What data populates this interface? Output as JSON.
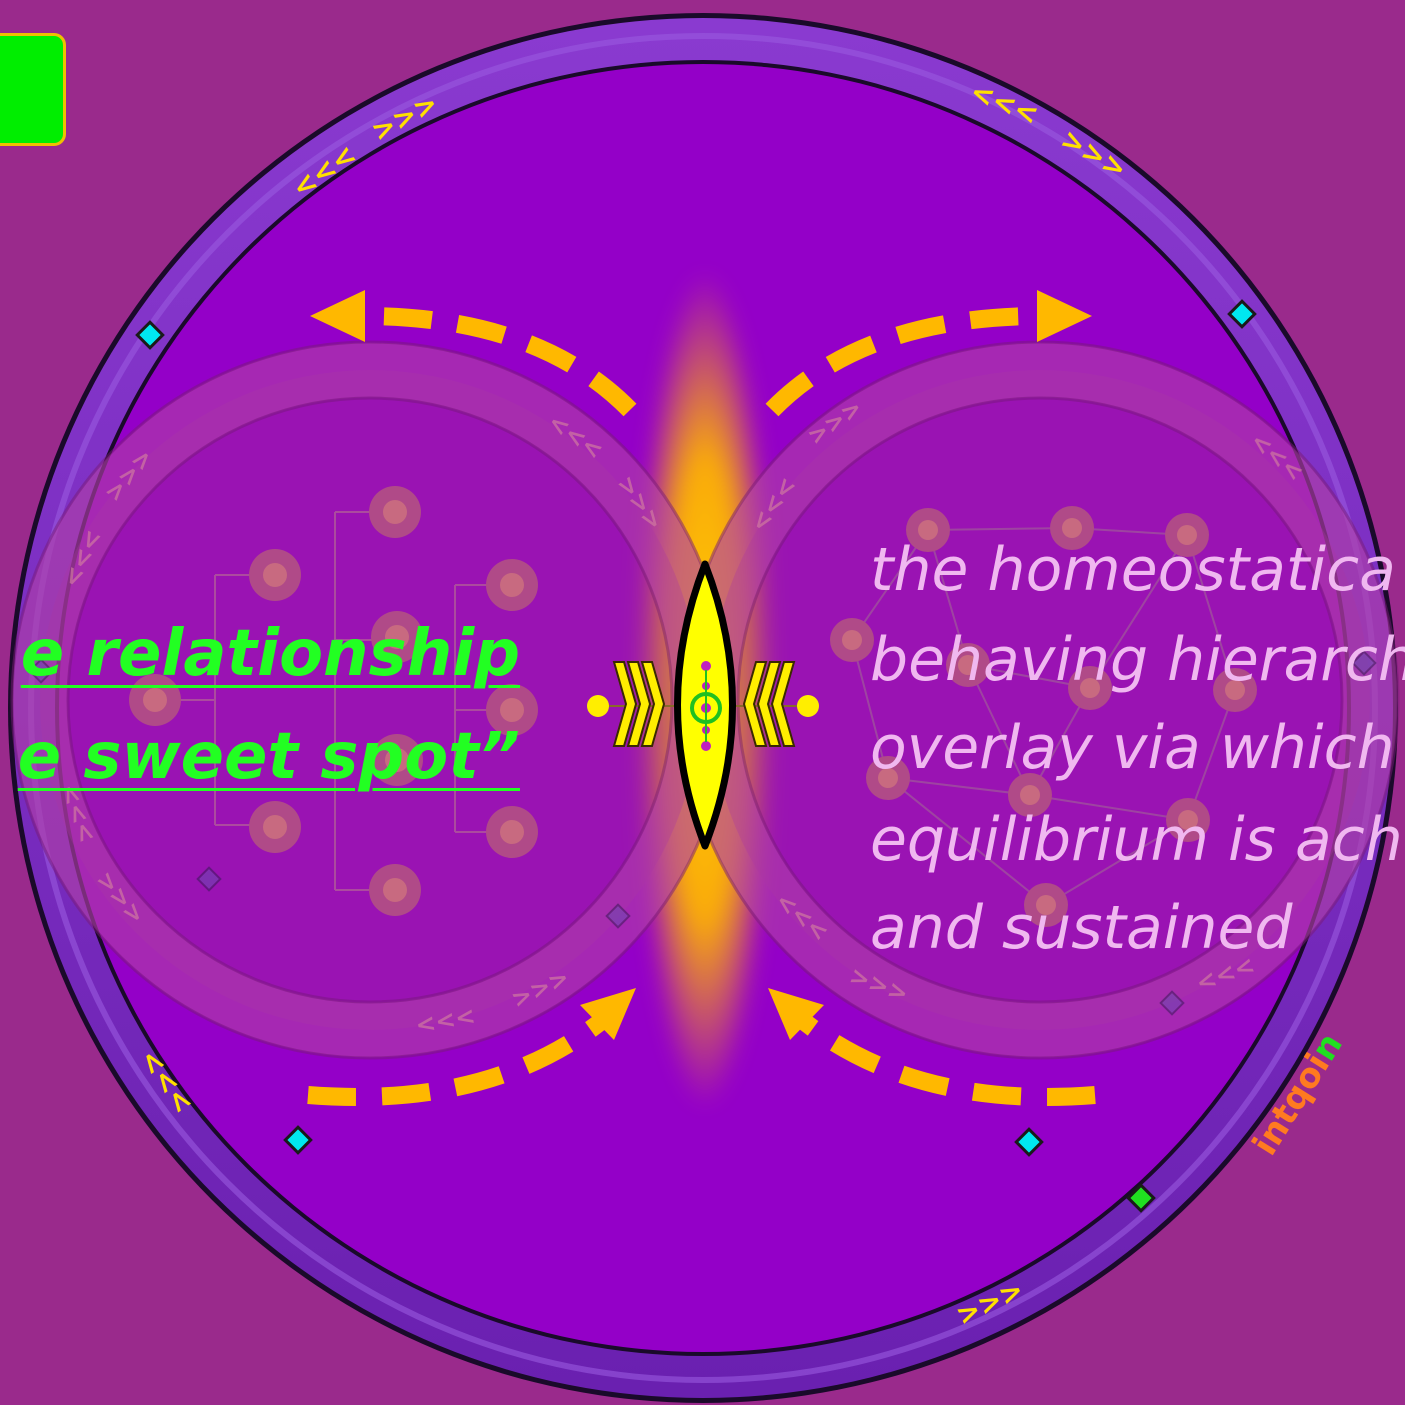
{
  "left_caption": {
    "line1": "e relationship",
    "line2": "e sweet spot”"
  },
  "right_caption": {
    "lines": [
      "the homeostatica",
      "behaving hierarch",
      "overlay via which",
      "equilibrium is ach",
      "and sustained"
    ]
  },
  "ring_marks": {
    "left_arrows": "<<<",
    "right_arrows": ">>>"
  },
  "brand": {
    "part1": "intqoi",
    "part2": "n"
  },
  "colors": {
    "background": "#9a2a8c",
    "disc": "#9400c8",
    "ring": "#7a2cc0",
    "flow_arrows": "#ffb800",
    "glow": "#ffc400",
    "left_caption": "#22ff22",
    "right_caption": "#f0b8f0",
    "chevrons": "#ffe000",
    "diamonds": "#00e8f0"
  }
}
